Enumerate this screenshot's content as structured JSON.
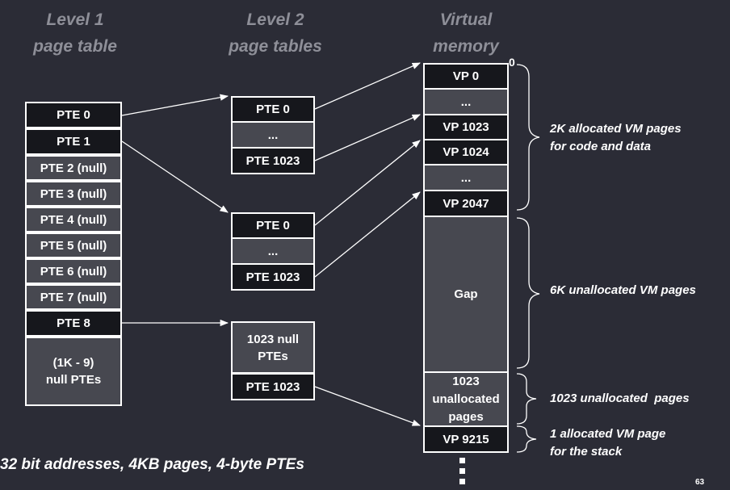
{
  "headings": {
    "level1": "Level 1\npage table",
    "level2": "Level 2\npage tables",
    "vm": "Virtual\nmemory"
  },
  "level1_table": [
    "PTE 0",
    "PTE 1",
    "PTE 2 (null)",
    "PTE 3 (null)",
    "PTE 4 (null)",
    "PTE 5 (null)",
    "PTE 6 (null)",
    "PTE 7 (null)",
    "PTE 8",
    "(1K - 9)\nnull PTEs"
  ],
  "level2_tables": [
    [
      "PTE 0",
      "...",
      "PTE 1023"
    ],
    [
      "PTE 0",
      "...",
      "PTE 1023"
    ],
    [
      "1023 null\nPTEs",
      "PTE 1023"
    ]
  ],
  "virtual_memory": [
    "VP 0",
    "...",
    "VP 1023",
    "VP 1024",
    "...",
    "VP 2047",
    "Gap",
    "1023\nunallocated\npages",
    "VP 9215"
  ],
  "vm_start_label": "0",
  "annotations": [
    "2K allocated VM pages\nfor code and data",
    "6K unallocated VM pages",
    "1023 unallocated  pages",
    "1 allocated VM page\nfor the stack"
  ],
  "footer": "32 bit addresses, 4KB pages, 4-byte PTEs",
  "page_number": "63",
  "colors": {
    "background": "#2b2c36",
    "allocated_cell": "#16171c",
    "null_cell": "#474850",
    "heading": "#8e8f98",
    "line": "#ffffff"
  }
}
